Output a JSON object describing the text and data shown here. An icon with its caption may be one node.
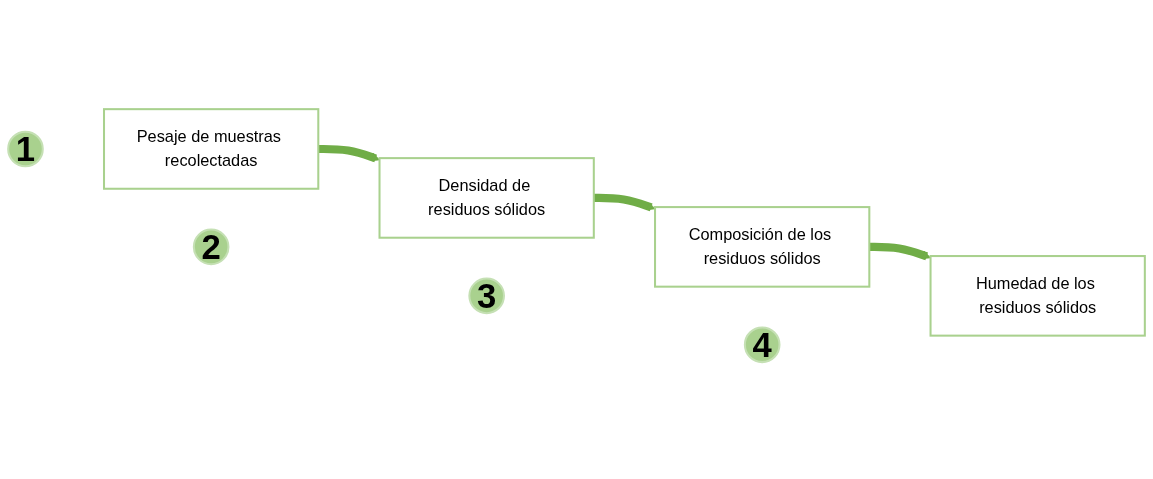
{
  "diagram": {
    "nodes": [
      {
        "text": [
          "1"
        ]
      },
      {
        "text": [
          "Pesaje de muestras recolectadas"
        ]
      },
      {
        "text": [
          "2"
        ]
      },
      {
        "text": [
          "Densidad de residuos sólidos"
        ]
      },
      {
        "text": [
          "3"
        ]
      },
      {
        "text": [
          "Composición de los residuos sólidos"
        ]
      },
      {
        "text": [
          "4"
        ]
      },
      {
        "text": [
          "Humedad de los residuos sólidos"
        ]
      }
    ],
    "edges": [
      {
        "from": 1,
        "to": 3,
        "arrow": "to",
        "color": "#70ad47"
      },
      {
        "from": 3,
        "to": 5,
        "arrow": "to",
        "color": "#70ad47"
      },
      {
        "from": 5,
        "to": 7,
        "arrow": "to",
        "color": "#70ad47"
      }
    ]
  }
}
